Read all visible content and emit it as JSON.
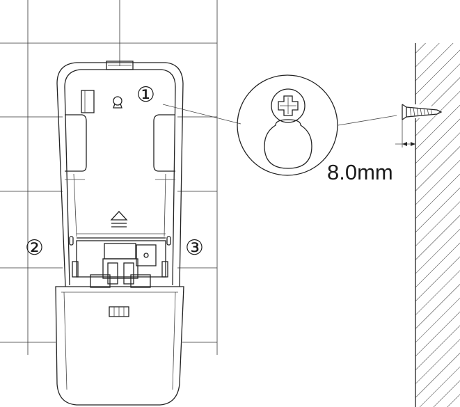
{
  "callouts": {
    "one": "①",
    "two": "②",
    "three": "③"
  },
  "dimension": {
    "label": "8.0mm"
  },
  "colors": {
    "line": "#222222",
    "background": "#ffffff"
  }
}
